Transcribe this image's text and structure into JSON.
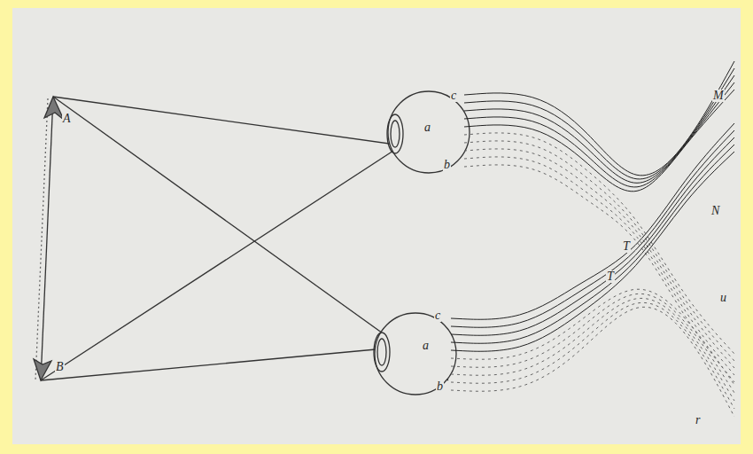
{
  "diagram": {
    "labels": [
      "A",
      "B",
      "c",
      "b",
      "a",
      "c",
      "b",
      "a",
      "M",
      "N",
      "T",
      "T",
      "u",
      "r"
    ]
  }
}
